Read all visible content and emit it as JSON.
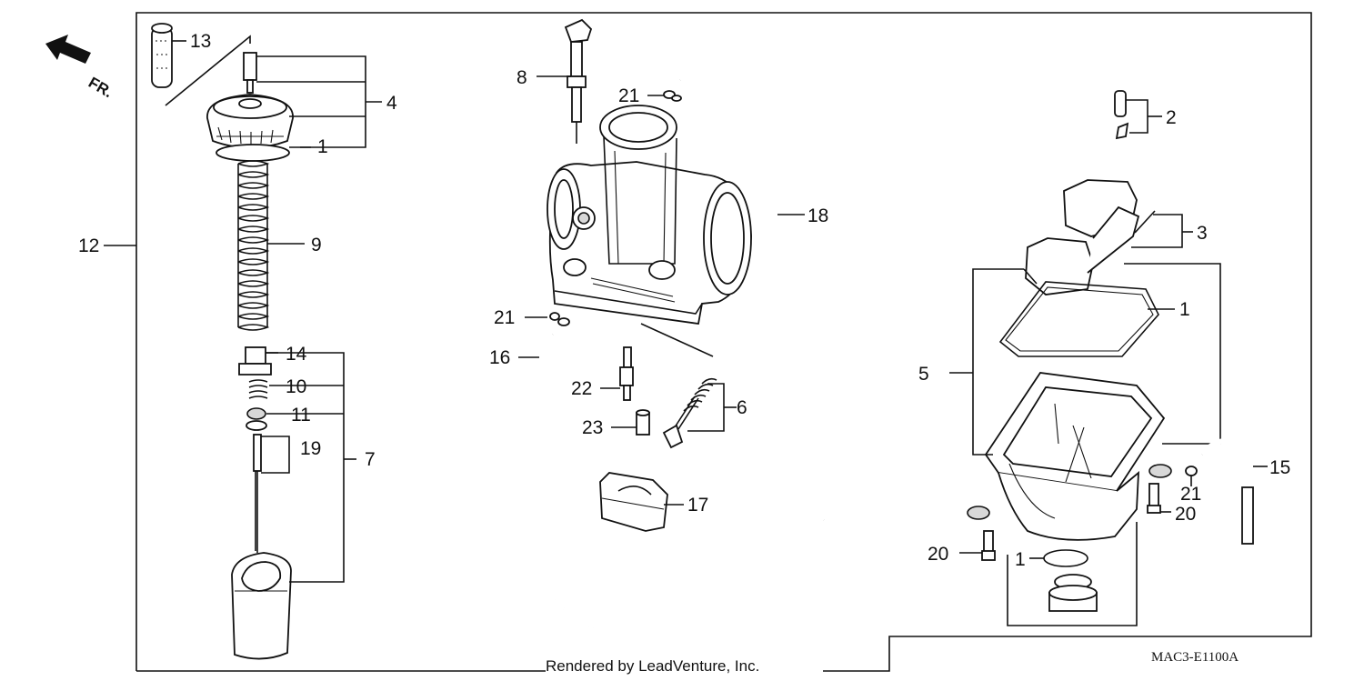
{
  "diagram": {
    "orientation_label": "FR.",
    "footer_text": "Rendered by LeadVenture, Inc.",
    "diagram_code": "MAC3-E1100A",
    "callouts": [
      "1",
      "2",
      "3",
      "4",
      "5",
      "6",
      "7",
      "8",
      "9",
      "10",
      "11",
      "12",
      "13",
      "14",
      "15",
      "16",
      "17",
      "18",
      "19",
      "20",
      "21",
      "22",
      "23"
    ]
  }
}
